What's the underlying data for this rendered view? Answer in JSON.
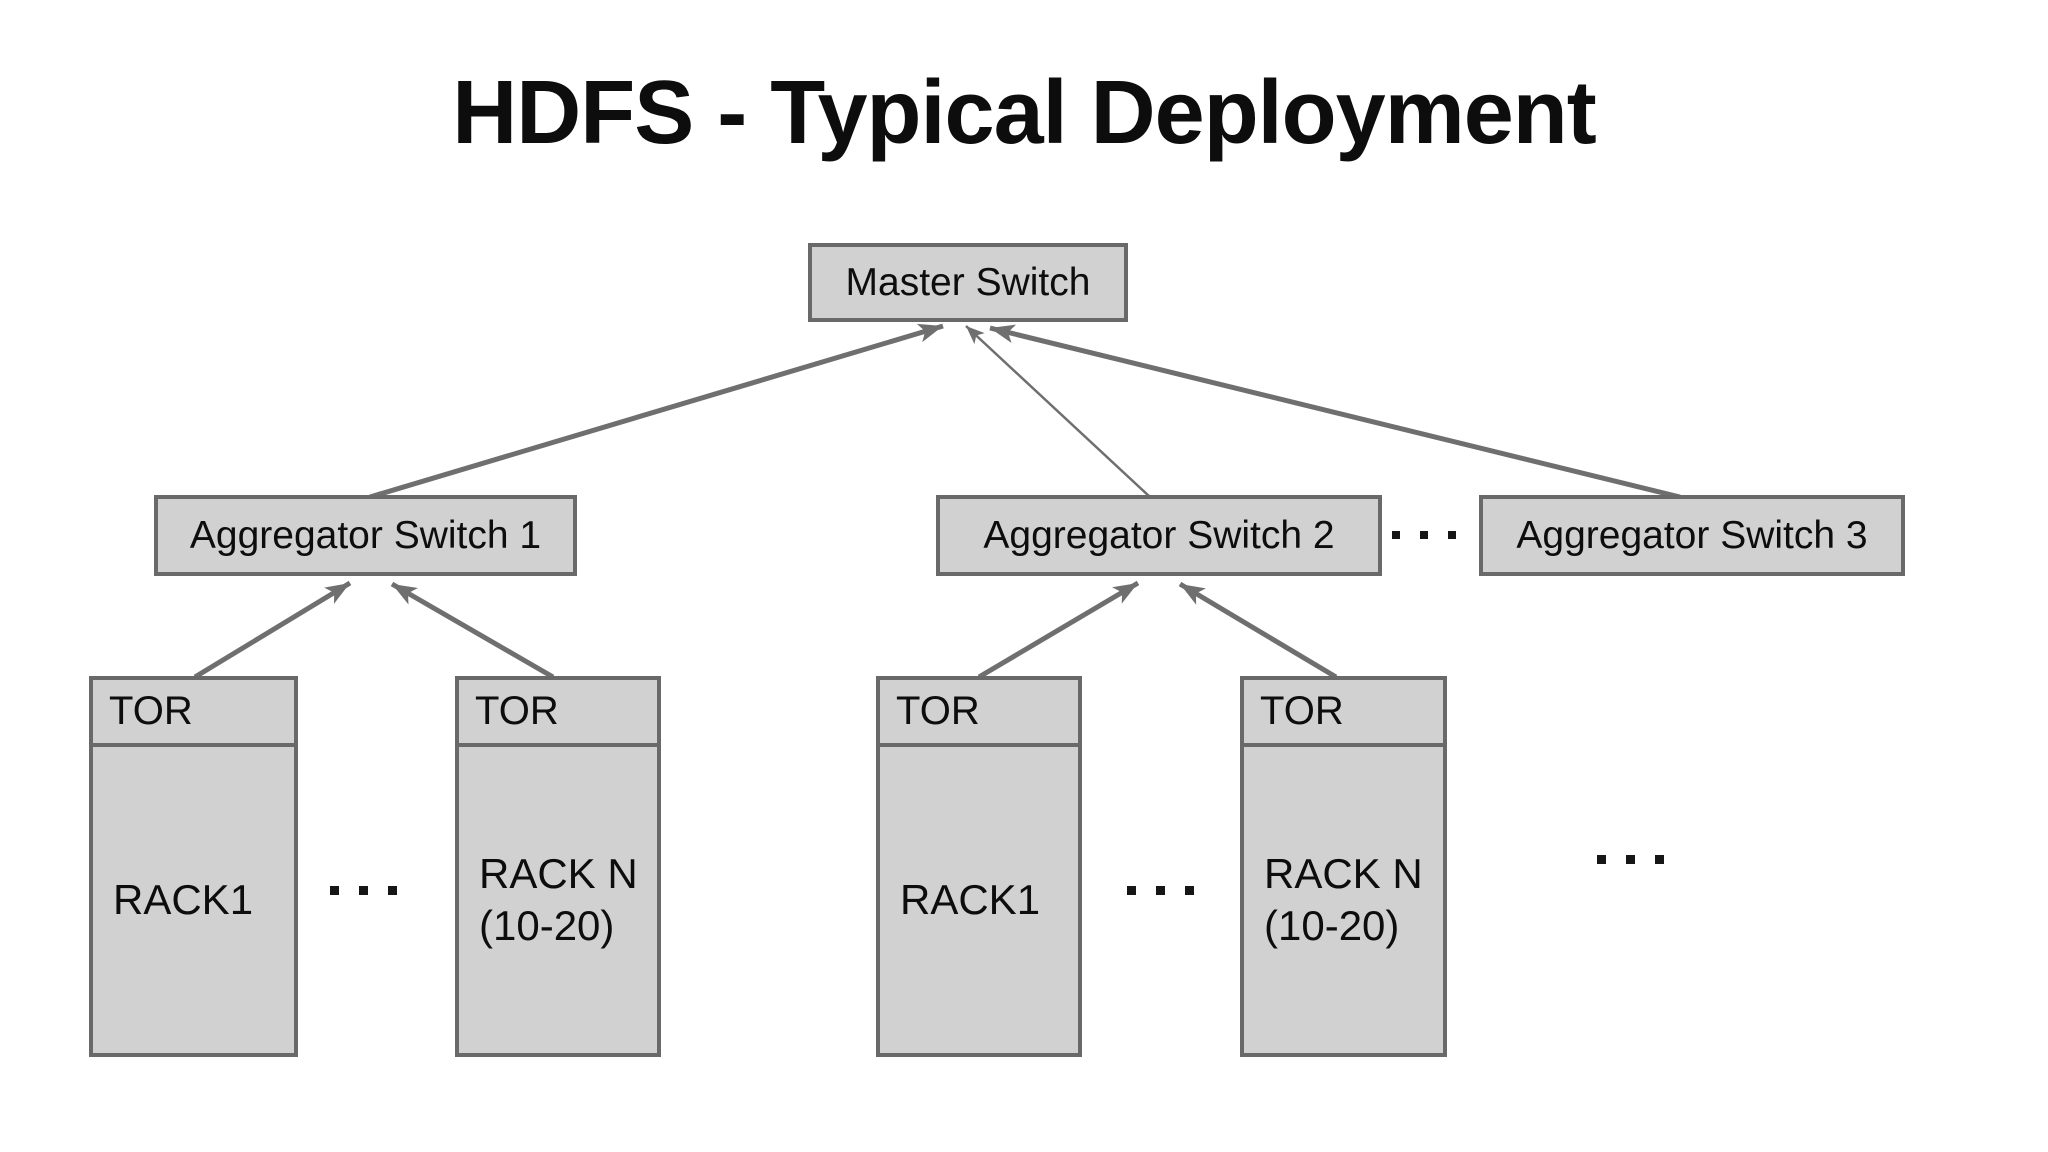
{
  "title": "HDFS - Typical Deployment",
  "colors": {
    "background": "#ffffff",
    "box_fill": "#d1d1d1",
    "box_border": "#696969",
    "connector": "#6f6f6f",
    "text": "#0d0d0d"
  },
  "nodes": {
    "master_switch": {
      "id": "master",
      "label": "Master Switch"
    },
    "aggregator_switches": [
      {
        "id": "agg1",
        "label": "Aggregator Switch 1"
      },
      {
        "id": "agg2",
        "label": "Aggregator Switch 2"
      },
      {
        "id": "agg3",
        "label": "Aggregator Switch 3"
      }
    ],
    "racks": [
      {
        "id": "rack1a",
        "tor": "TOR",
        "label": "RACK1"
      },
      {
        "id": "rackNa",
        "tor": "TOR",
        "label": "RACK N\n(10-20)"
      },
      {
        "id": "rack1b",
        "tor": "TOR",
        "label": "RACK1"
      },
      {
        "id": "rackNb",
        "tor": "TOR",
        "label": "RACK N\n(10-20)"
      }
    ]
  },
  "ellipsis": "...",
  "edges": [
    {
      "from": "agg1",
      "to": "master"
    },
    {
      "from": "agg2",
      "to": "master"
    },
    {
      "from": "agg3",
      "to": "master"
    },
    {
      "from": "rack1a",
      "to": "agg1"
    },
    {
      "from": "rackNa",
      "to": "agg1"
    },
    {
      "from": "rack1b",
      "to": "agg2"
    },
    {
      "from": "rackNb",
      "to": "agg2"
    }
  ]
}
